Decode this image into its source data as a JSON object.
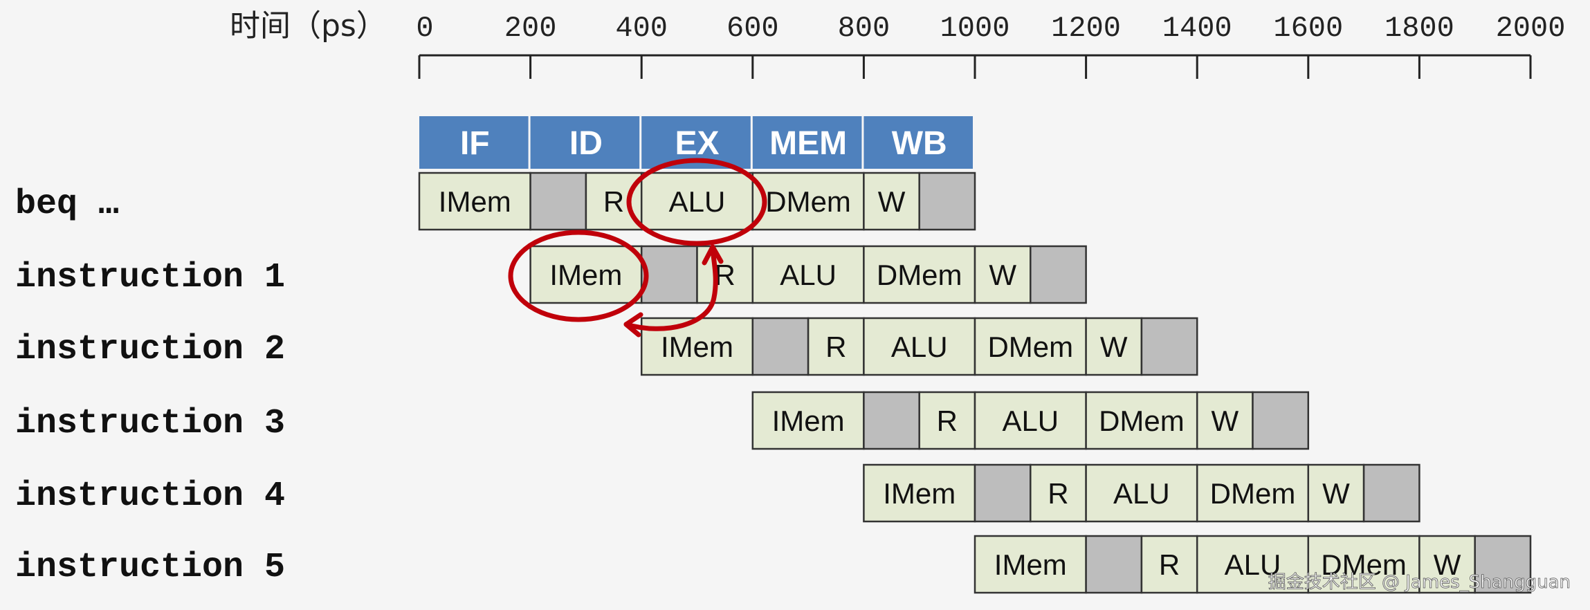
{
  "timeline": {
    "label": "时间（ps）",
    "ticks": [
      "0",
      "200",
      "400",
      "600",
      "800",
      "1000",
      "1200",
      "1400",
      "1600",
      "1800",
      "2000"
    ]
  },
  "stage_header": {
    "labels": [
      "IF",
      "ID",
      "EX",
      "MEM",
      "WB"
    ],
    "color": "#4f81bd",
    "text_color": "#ffffff"
  },
  "instructions": [
    {
      "label": "beq …",
      "stages": [
        "IMem",
        "",
        "R",
        "ALU",
        "DMem",
        "W",
        ""
      ]
    },
    {
      "label": "instruction 1",
      "stages": [
        "IMem",
        "",
        "R",
        "ALU",
        "DMem",
        "W",
        ""
      ]
    },
    {
      "label": "instruction 2",
      "stages": [
        "IMem",
        "",
        "R",
        "ALU",
        "DMem",
        "W",
        ""
      ]
    },
    {
      "label": "instruction 3",
      "stages": [
        "IMem",
        "",
        "R",
        "ALU",
        "DMem",
        "W",
        ""
      ]
    },
    {
      "label": "instruction 4",
      "stages": [
        "IMem",
        "",
        "R",
        "ALU",
        "DMem",
        "W",
        ""
      ]
    },
    {
      "label": "instruction 5",
      "stages": [
        "IMem",
        "",
        "R",
        "ALU",
        "DMem",
        "W",
        ""
      ]
    }
  ],
  "colors": {
    "stage_fill": "#e4ead3",
    "gray_fill": "#bdbdbd",
    "border": "#333333",
    "highlight": "#c0000a"
  },
  "watermark": "掘金技术社区 @ James_Shangguan"
}
